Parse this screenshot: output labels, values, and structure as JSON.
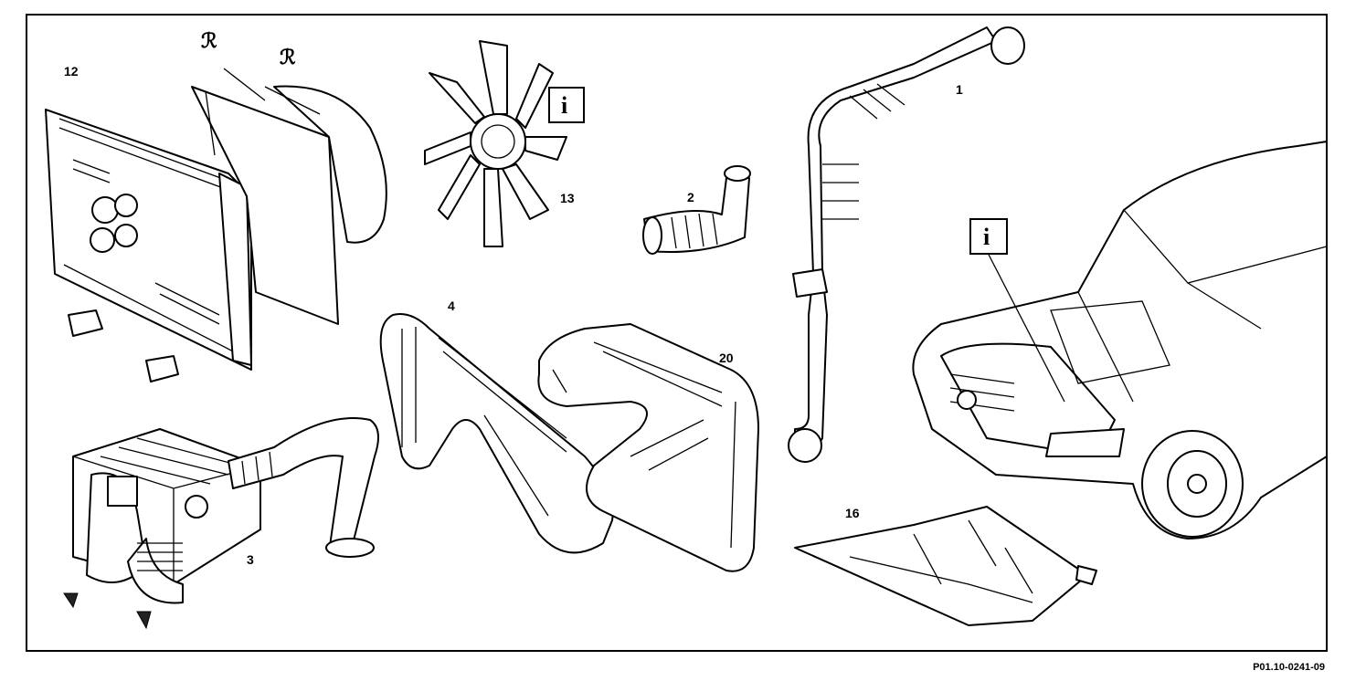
{
  "callouts": {
    "radiator": "12",
    "fan": "13",
    "intake_elbow": "2",
    "intake_hose": "1",
    "belt_short": "4",
    "belt_long": "20",
    "air_filter": "3",
    "underbody_panel": "16",
    "car": ""
  },
  "info_symbols": [
    "i",
    "i"
  ],
  "reference_code": "P01.10-0241-09",
  "icons": {
    "info": "info-symbol-box",
    "retainer_clip": "retainer-clip-symbol"
  }
}
